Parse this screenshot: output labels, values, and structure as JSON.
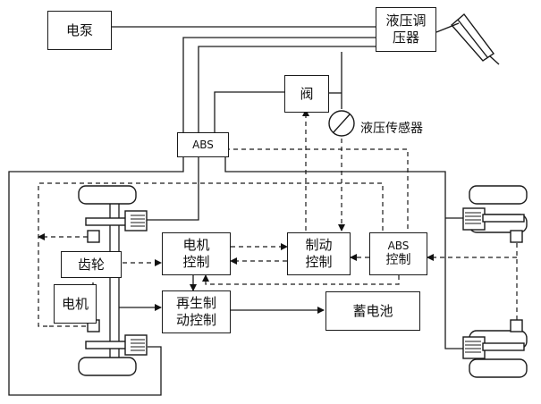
{
  "labels": {
    "pump": "电泵",
    "regulator_l1": "液压调",
    "regulator_l2": "压器",
    "valve": "阀",
    "pressure_sensor": "液压传感器",
    "abs_top": "ABS",
    "gear": "齿轮",
    "motor": "电机",
    "motor_ctrl_l1": "电机",
    "motor_ctrl_l2": "控制",
    "brake_ctrl_l1": "制动",
    "brake_ctrl_l2": "控制",
    "abs_ctrl_l1": "ABS",
    "abs_ctrl_l2": "控制",
    "regen_ctrl_l1": "再生制",
    "regen_ctrl_l2": "动控制",
    "battery": "蓄电池"
  }
}
